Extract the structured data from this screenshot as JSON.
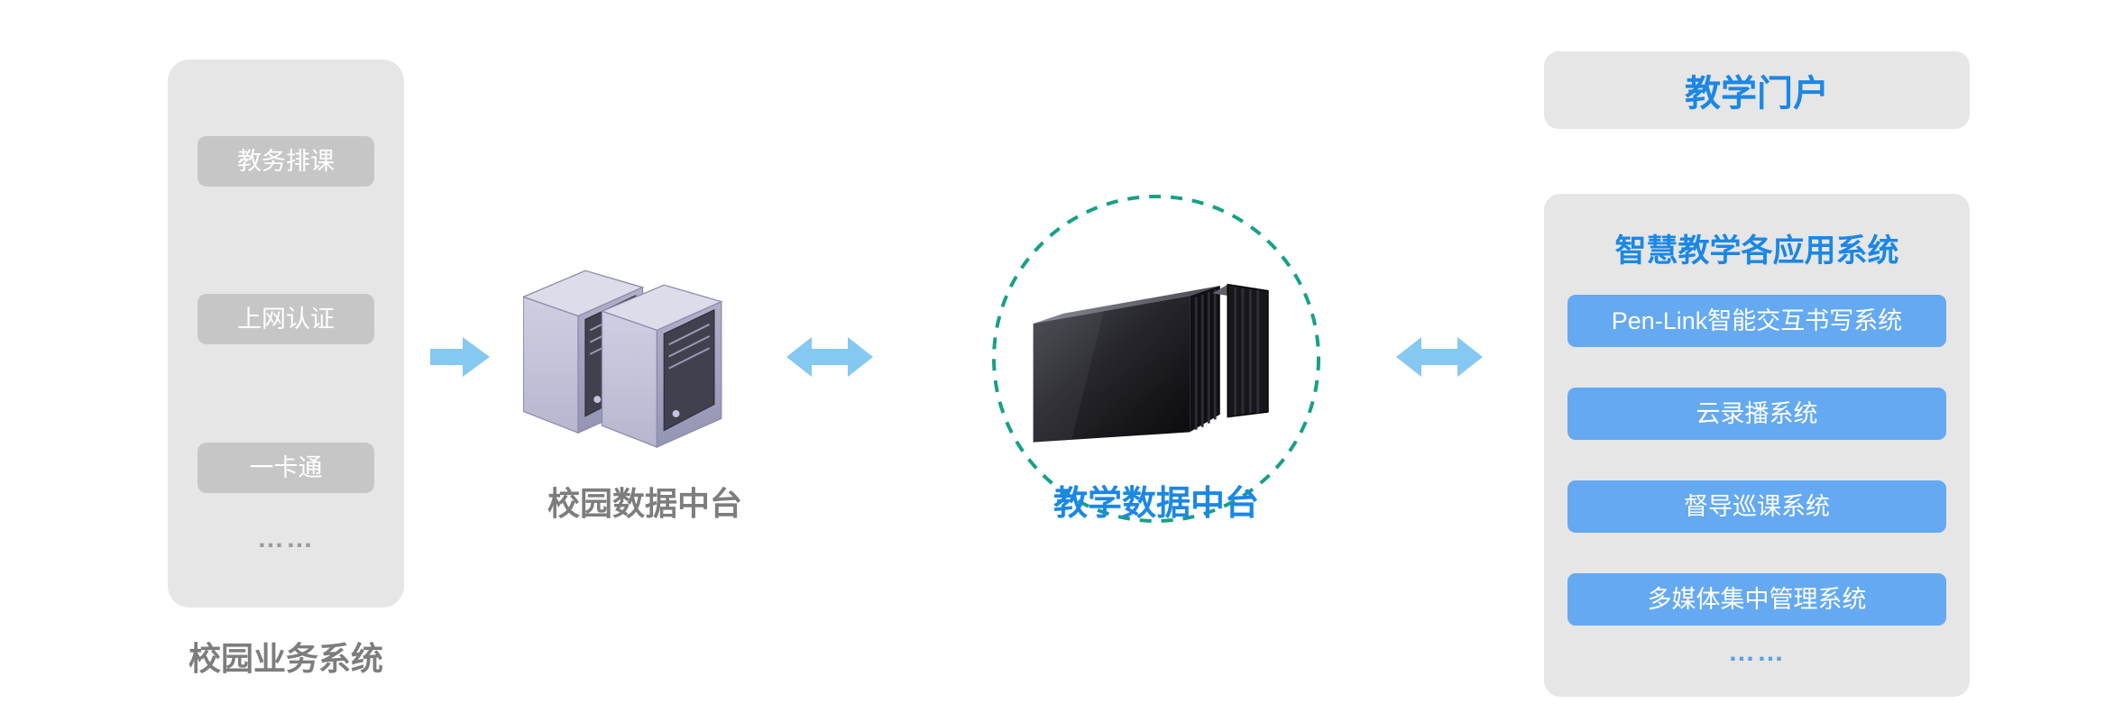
{
  "left_panel": {
    "items": [
      "教务排课",
      "上网认证",
      "一卡通"
    ],
    "ellipsis": "……",
    "label": "校园业务系统"
  },
  "campus_hub": {
    "label": "校园数据中台"
  },
  "teaching_hub": {
    "label": "教学数据中台"
  },
  "portal": {
    "title": "教学门户"
  },
  "apps_panel": {
    "title": "智慧教学各应用系统",
    "items": [
      "Pen-Link智能交互书写系统",
      "云录播系统",
      "督导巡课系统",
      "多媒体集中管理系统"
    ],
    "ellipsis": "……"
  },
  "colors": {
    "panel_gray": "#e6e6e6",
    "pill_gray": "#c6c6c6",
    "pill_blue": "#64a9f2",
    "arrow_blue": "#85c8f2",
    "accent_blue": "#1b87e6",
    "circle_teal": "#17a086",
    "text_gray": "#7d7d7d"
  }
}
